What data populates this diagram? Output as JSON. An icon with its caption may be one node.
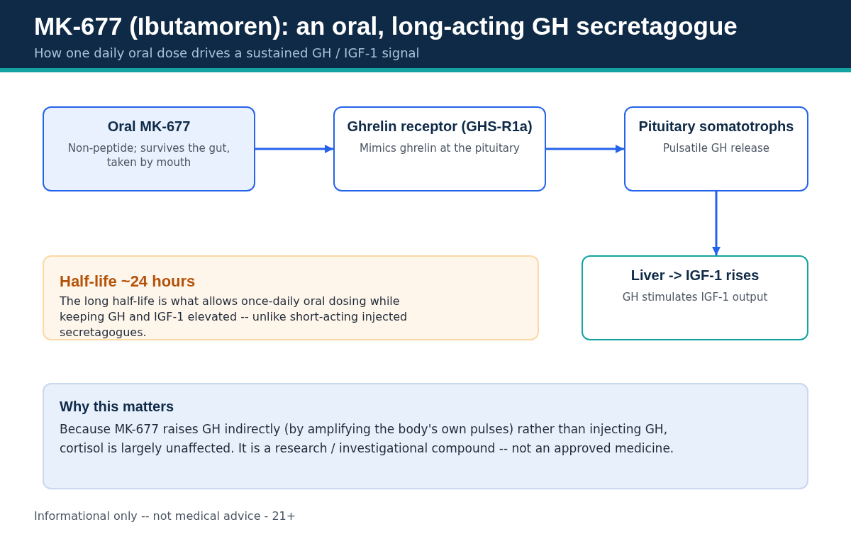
{
  "diagram": {
    "title": "MK-677 (Ibutamoren): an oral, long-acting GH secretagogue",
    "nodes": [
      {
        "text": [
          "Oral MK-677",
          "Non-peptide; survives the gut, taken by mouth"
        ]
      },
      {
        "text": [
          "Ghrelin receptor (GHS-R1a)",
          "Mimics ghrelin at the pituitary"
        ]
      },
      {
        "text": [
          "Pituitary somatotrophs",
          "Pulsatile GH release"
        ]
      },
      {
        "text": [
          "Liver -> IGF-1 rises",
          "GH stimulates IGF-1 output"
        ]
      },
      {
        "text": [
          "Half-life ~24 hours",
          "The long half-life is what allows once-daily oral dosing while keeping GH and IGF-1 elevated -- unlike short-acting injected secretagogues."
        ]
      },
      {
        "text": [
          "Why this matters",
          "Because MK-677 raises GH indirectly (by amplifying the body's own pulses) rather than injecting GH, cortisol is largely unaffected. It is a research / investigational compound -- not an approved medicine."
        ]
      }
    ],
    "edges": [
      {
        "from": 0,
        "to": 1,
        "arrow": "to"
      },
      {
        "from": 1,
        "to": 2,
        "arrow": "to"
      },
      {
        "from": 2,
        "to": 3,
        "arrow": "to"
      }
    ],
    "labels": [
      "How one daily oral dose drives a sustained GH / IGF-1 signal",
      "Informational only -- not medical advice - 21+"
    ]
  }
}
